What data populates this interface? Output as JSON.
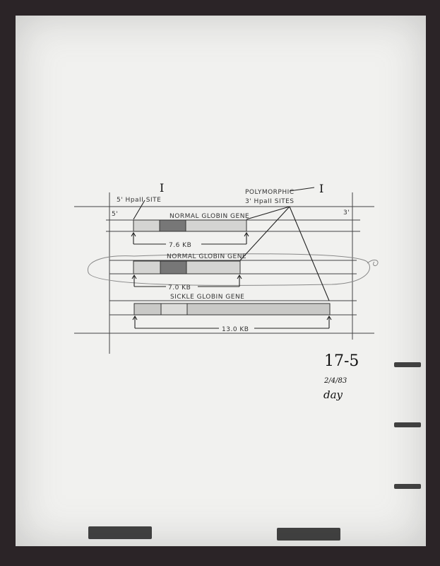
{
  "diagram": {
    "left_site_mark": "I",
    "left_site_label": "5' HpaII SITE",
    "five_prime": "5'",
    "three_prime": "3'",
    "poly_line1": "POLYMORPHIC",
    "poly_line2": "3' HpaII SITES",
    "right_site_mark": "I",
    "row1_label": "NORMAL GLOBIN GENE",
    "row1_size": "7.6 KB",
    "row2_label": "NORMAL GLOBIN GENE",
    "row2_size": "7.0 KB",
    "row3_label": "SICKLE GLOBIN GENE",
    "row3_size": "13.0 KB"
  },
  "annotation": {
    "number": "17-5",
    "date": "2/4/83",
    "initials": "day"
  }
}
